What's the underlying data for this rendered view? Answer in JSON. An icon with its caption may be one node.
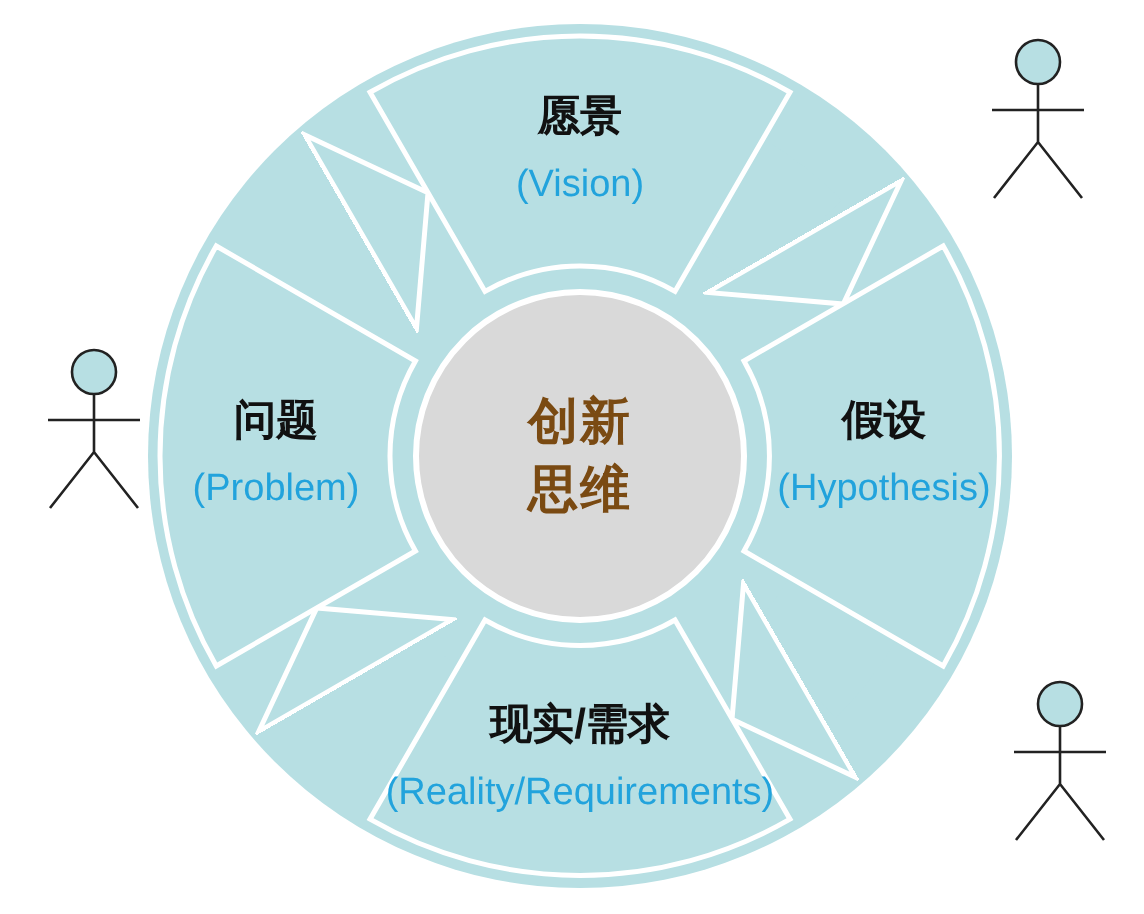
{
  "diagram": {
    "nodes": [
      {
        "text": [
          "创新思维"
        ]
      },
      {
        "text": [
          "愿景",
          "(Vision)"
        ]
      },
      {
        "text": [
          "假设",
          "(Hypothesis)"
        ]
      },
      {
        "text": [
          "现实/需求",
          "(Reality/Requirements)"
        ]
      },
      {
        "text": [
          "问题",
          "(Problem)"
        ]
      }
    ],
    "edges": [
      {
        "from": 1,
        "to": 2,
        "arrow": "to"
      },
      {
        "from": 2,
        "to": 3,
        "arrow": "to"
      },
      {
        "from": 3,
        "to": 4,
        "arrow": "to"
      },
      {
        "from": 4,
        "to": 1,
        "arrow": "to"
      }
    ]
  }
}
